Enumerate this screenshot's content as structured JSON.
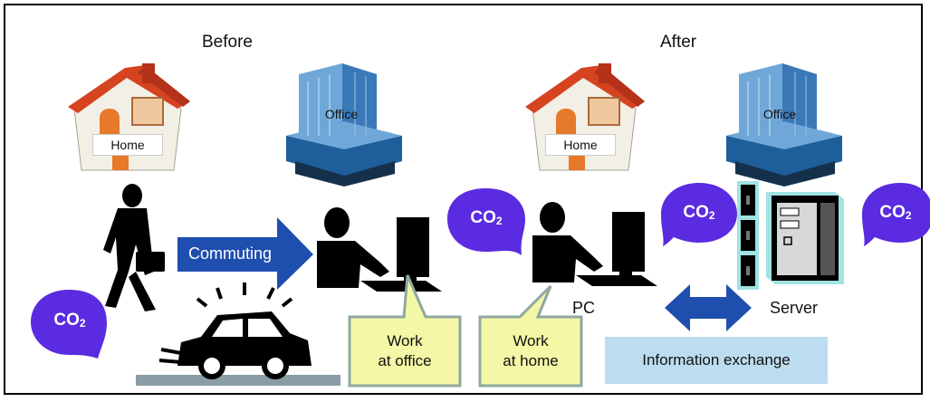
{
  "before": {
    "title": "Before",
    "home_label": "Home",
    "office_label": "Office",
    "commute_label": "Commuting",
    "work_label_line1": "Work",
    "work_label_line2": "at office"
  },
  "after": {
    "title": "After",
    "home_label": "Home",
    "office_label": "Office",
    "work_label_line1": "Work",
    "work_label_line2": "at home",
    "pc_label": "PC",
    "server_label": "Server",
    "info_label": "Information exchange"
  },
  "co2": {
    "text": "CO",
    "sub": "2"
  },
  "colors": {
    "co2_bubble": "#5a2be0",
    "arrow_blue": "#1f4fae",
    "callout_fill": "#f3f7a6",
    "callout_border": "#8fa8a0",
    "info_fill": "#bcdcf0",
    "road": "#8a9ca6"
  }
}
